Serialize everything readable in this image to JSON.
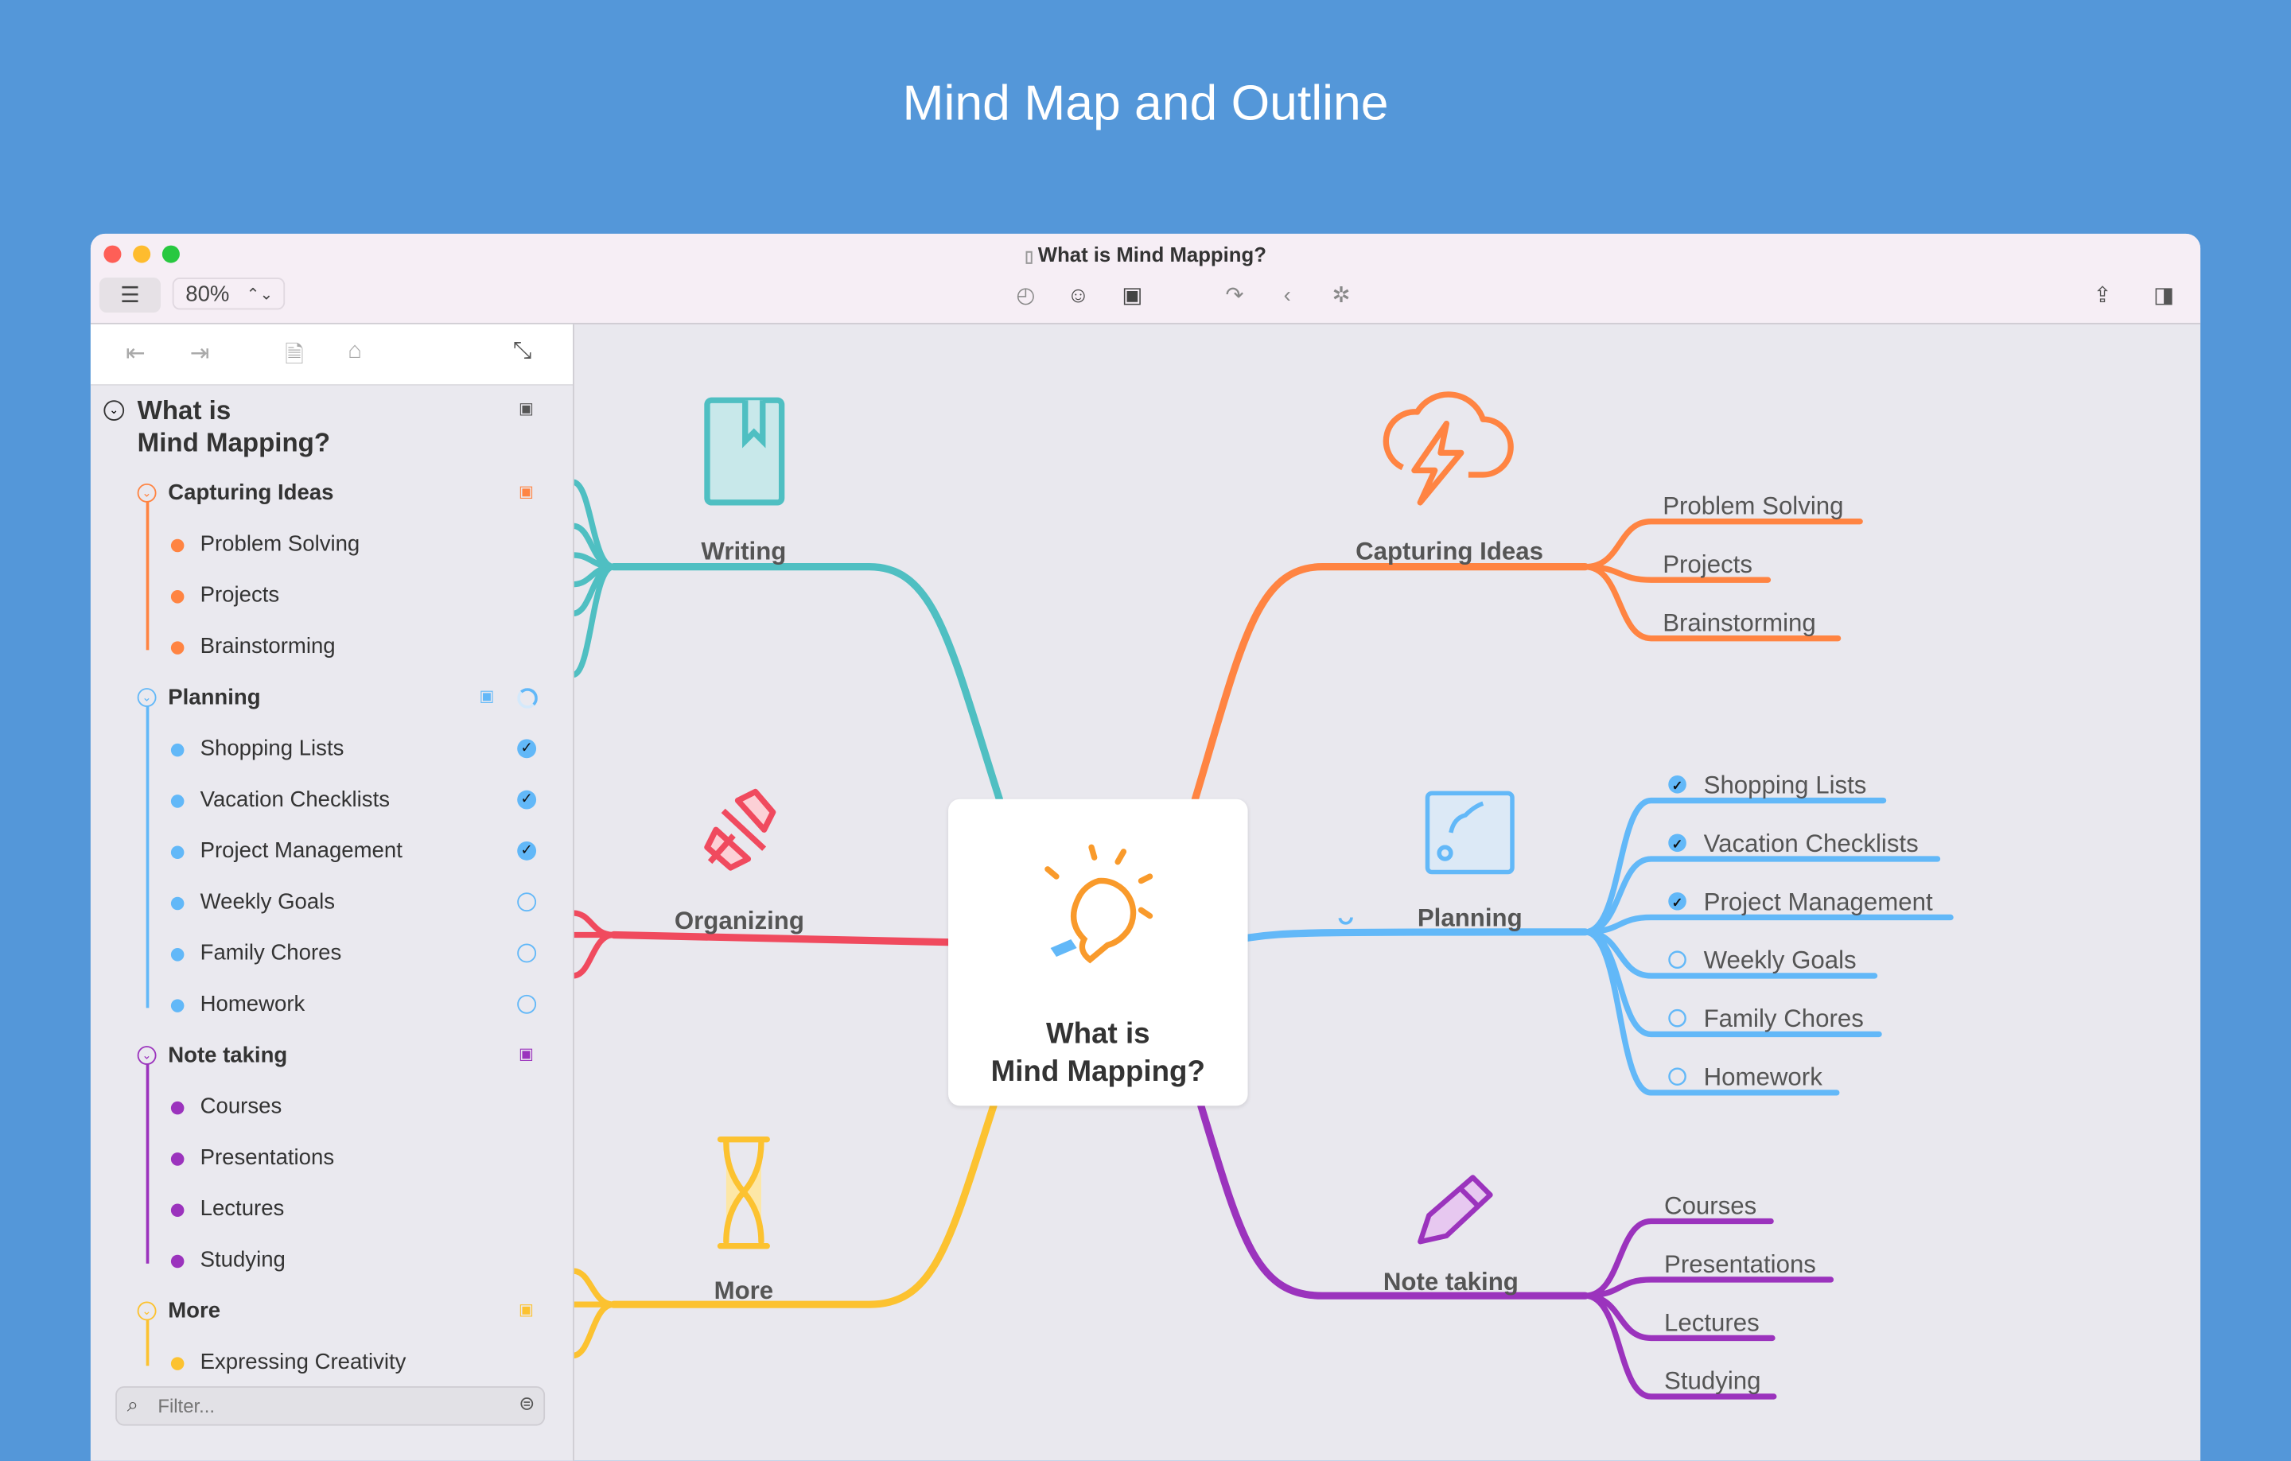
{
  "hero_title": "Mind Map and Outline",
  "window": {
    "title": "What is Mind Mapping?",
    "zoom": "80%"
  },
  "toolbar": {
    "icons": [
      "outline-toggle-icon",
      "task-icon",
      "emoji-icon",
      "image-icon",
      "redo-icon",
      "back-icon",
      "focus-icon",
      "share-icon",
      "inspector-icon"
    ]
  },
  "colors": {
    "writing": "#4fbfc2",
    "capturing": "#ff8442",
    "organizing": "#f04a5e",
    "planning": "#62b8f8",
    "more": "#fcc230",
    "note": "#9b33bd",
    "bg": "#5497d9"
  },
  "outline": {
    "root": "What is\nMind Mapping?",
    "filter_placeholder": "Filter...",
    "groups": [
      {
        "label": "Capturing Ideas",
        "color": "#ff8442",
        "items": [
          {
            "label": "Problem Solving"
          },
          {
            "label": "Projects"
          },
          {
            "label": "Brainstorming"
          }
        ]
      },
      {
        "label": "Planning",
        "color": "#62b8f8",
        "progress": 0.5,
        "items": [
          {
            "label": "Shopping Lists",
            "done": true
          },
          {
            "label": "Vacation Checklists",
            "done": true
          },
          {
            "label": "Project Management",
            "done": true
          },
          {
            "label": "Weekly Goals",
            "done": false
          },
          {
            "label": "Family Chores",
            "done": false
          },
          {
            "label": "Homework",
            "done": false
          }
        ]
      },
      {
        "label": "Note taking",
        "color": "#9b33bd",
        "items": [
          {
            "label": "Courses"
          },
          {
            "label": "Presentations"
          },
          {
            "label": "Lectures"
          },
          {
            "label": "Studying"
          }
        ]
      },
      {
        "label": "More",
        "color": "#fcc230",
        "items": [
          {
            "label": "Expressing Creativity"
          }
        ]
      }
    ]
  },
  "map": {
    "center": {
      "line1": "What is",
      "line2": "Mind Mapping?"
    },
    "writing": "Writing",
    "organizing": "Organizing",
    "more": "More",
    "capturing": {
      "label": "Capturing Ideas",
      "children": [
        "Problem Solving",
        "Projects",
        "Brainstorming"
      ]
    },
    "planning": {
      "label": "Planning",
      "children": [
        {
          "label": "Shopping Lists",
          "done": true
        },
        {
          "label": "Vacation Checklists",
          "done": true
        },
        {
          "label": "Project Management",
          "done": true
        },
        {
          "label": "Weekly Goals",
          "done": false
        },
        {
          "label": "Family Chores",
          "done": false
        },
        {
          "label": "Homework",
          "done": false
        }
      ]
    },
    "note": {
      "label": "Note taking",
      "children": [
        "Courses",
        "Presentations",
        "Lectures",
        "Studying"
      ]
    }
  }
}
